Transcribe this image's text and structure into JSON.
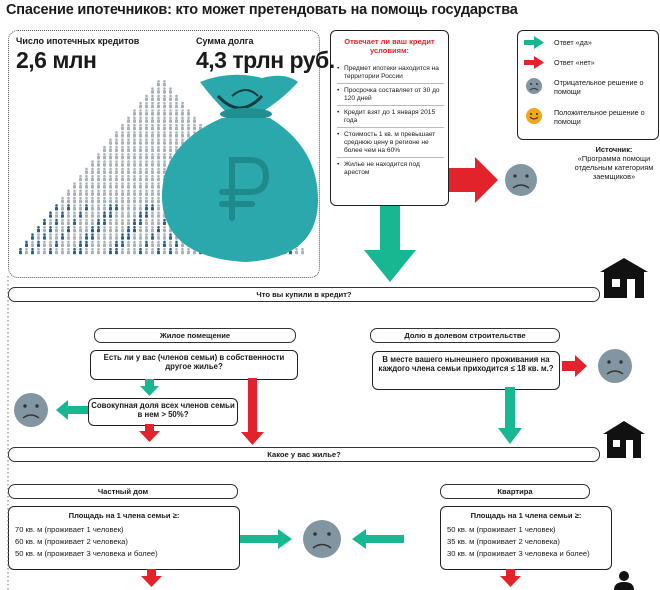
{
  "title": "Спасение ипотечников: кто может претендовать на помощь государства",
  "stats": {
    "loans_label": "Число ипотечных кредитов",
    "loans_value": "2,6 млн",
    "debt_label": "Сумма долга",
    "debt_value": "4,3 трлн руб."
  },
  "conditions": {
    "heading": "Отвечает ли ваш кредит условиям:",
    "items": [
      "Предмет ипотеки находится на территории России",
      "Просрочка составляет от 30 до 120 дней",
      "Кредит взят до 1 января 2015 года",
      "Стоимость 1 кв. м превышает среднюю цену в регионе не более чем на 60%",
      "Жилье не находится под арестом"
    ]
  },
  "legend": {
    "yes": "Ответ «да»",
    "no": "Ответ «нет»",
    "negative": "Отрицательное решение о помощи",
    "positive": "Положительное решение о помощи"
  },
  "source": {
    "label": "Источник:",
    "text": "«Программа помощи отдельным категориям заемщиков»"
  },
  "flow": {
    "q_bought": "Что вы купили в кредит?",
    "residential": "Жилое помещение",
    "shared": "Долю в долевом строительстве",
    "q_other_housing": "Есть ли у вас (членов семьи) в собственности другое жилье?",
    "q_share_50": "Совокупная доля всех членов семьи в нем > 50%?",
    "q_18sqm": "В месте вашего нынешнего проживания на каждого члена семьи приходится ≤ 18 кв. м.?",
    "q_what_housing": "Какое у вас жилье?",
    "private_house": "Частный дом",
    "apartment": "Квартира",
    "area_heading": "Площадь на 1 члена семьи ≥:",
    "house_lines": [
      "70 кв. м (проживает 1 человек)",
      "60 кв. м (проживает 2 человека)",
      "50 кв. м (проживает 3 человека и более)"
    ],
    "apartment_lines": [
      "50 кв. м (проживает 1 человек)",
      "35 кв. м (проживает 2 человека)",
      "30 кв. м (проживает 3 человека и более)"
    ]
  },
  "colors": {
    "yes_arrow": "#17b792",
    "no_arrow": "#e3232b",
    "sad_face": "#8196a1",
    "money_bag": "#2aa8ab",
    "people": "#a7b2ba",
    "positive": "#f3a51c"
  },
  "icons": [
    "house-icon",
    "sad-face-icon",
    "happy-face-icon",
    "money-bag-icon",
    "ruble-icon",
    "person-icon"
  ]
}
